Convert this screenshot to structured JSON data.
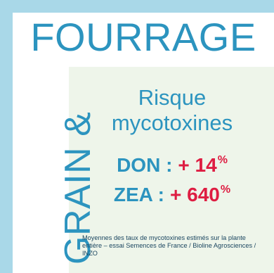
{
  "header": {
    "title": "FOURRAGE"
  },
  "sidebar": {
    "vertical_label": "GRAIN &"
  },
  "card": {
    "title_line_1": "Risque",
    "title_line_2": "mycotoxines",
    "metrics": [
      {
        "label": "DON :",
        "value": "+ 14",
        "suffix": "%"
      },
      {
        "label": "ZEA :",
        "value": "+ 640",
        "suffix": "%"
      }
    ],
    "footnote": "Moyennes des taux de mycotoxines estimés sur la plante entière – essai Semences de France / Bioline Agrosciences / INZO"
  },
  "colors": {
    "band": "#a9d8e8",
    "accent_blue": "#2c94bf",
    "accent_red": "#de1d42",
    "panel": "#eef5ea",
    "footnote": "#1b4660"
  }
}
